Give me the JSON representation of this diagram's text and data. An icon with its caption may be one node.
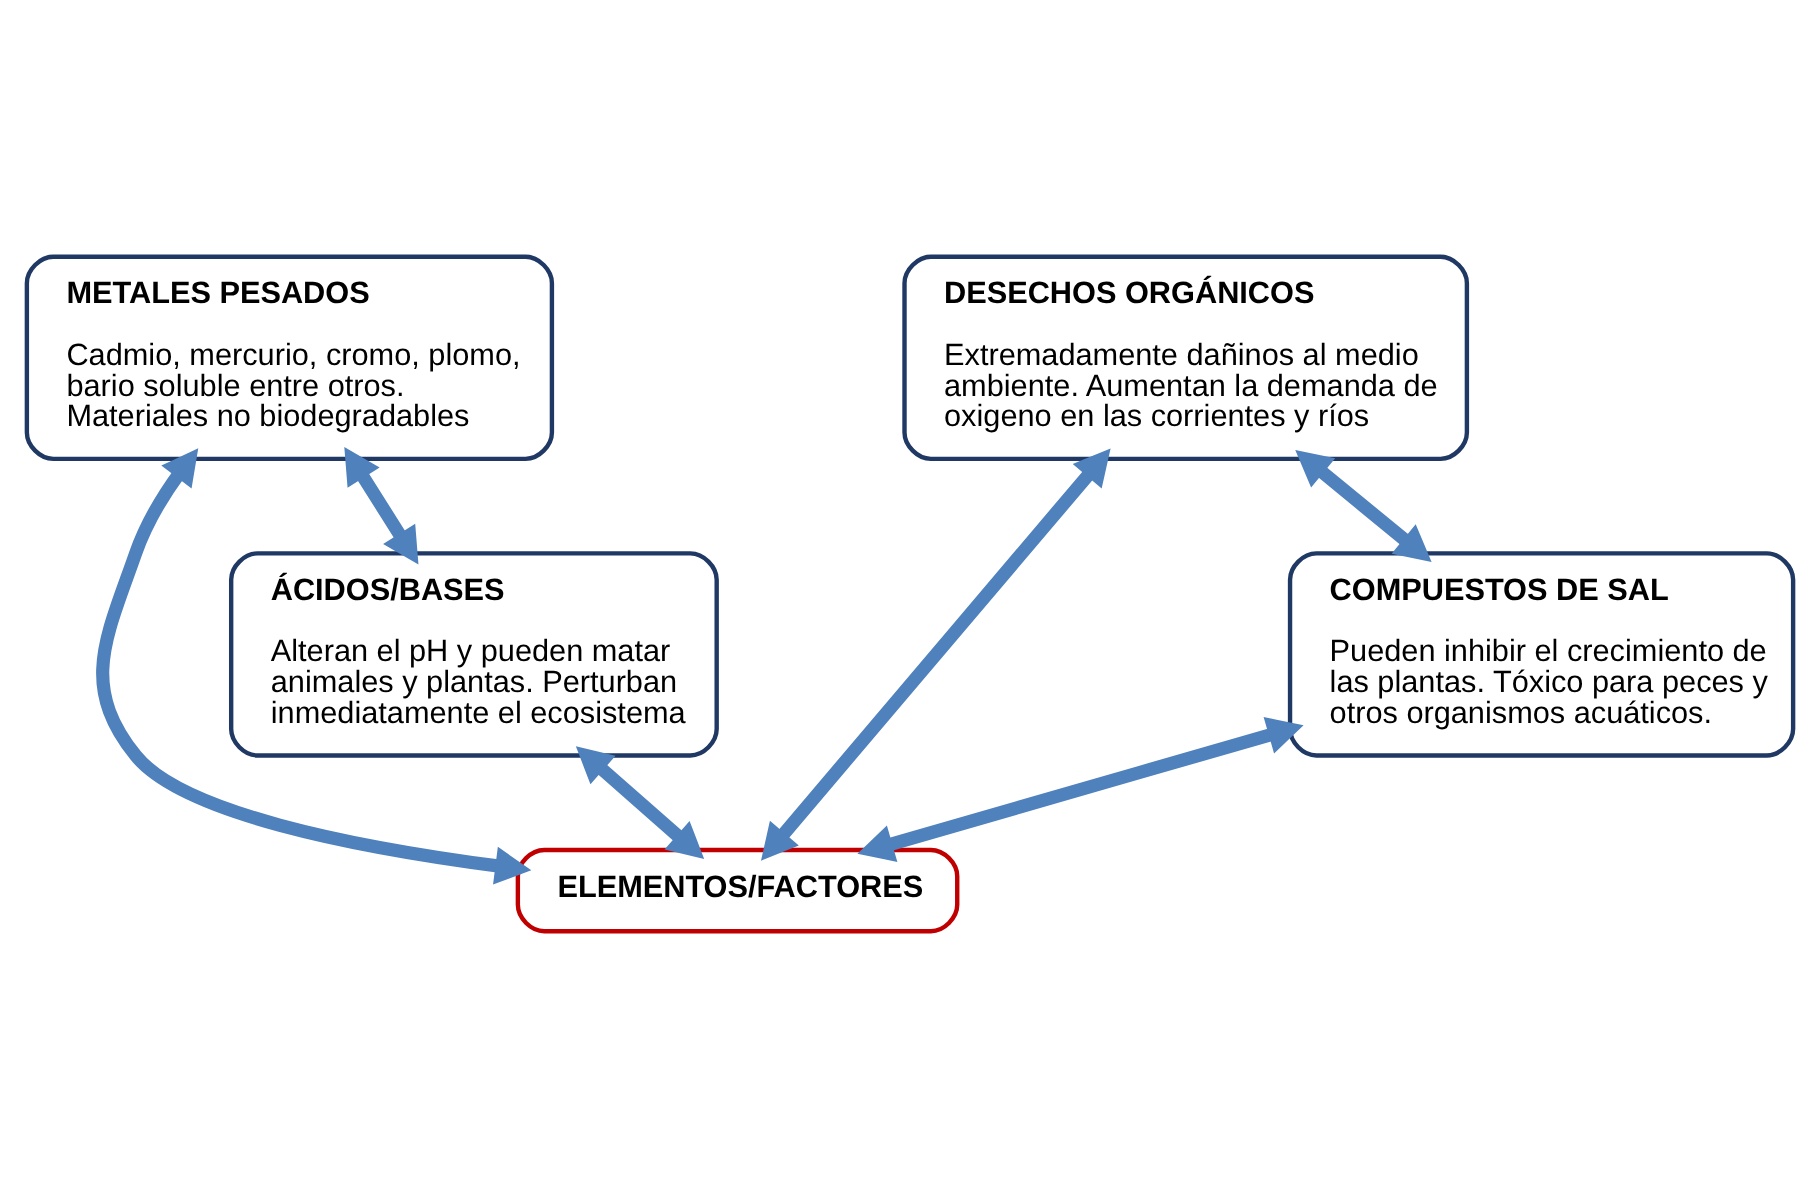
{
  "diagram": {
    "nodes": [
      {
        "text": [
          "METALES PESADOS",
          "Cadmio, mercurio, cromo, plomo, bario soluble entre otros. Materiales no biodegradables"
        ]
      },
      {
        "text": [
          "DESECHOS ORGÁNICOS",
          "Extremadamente dañinos al medio ambiente. Aumentan la demanda de oxigeno en las corrientes y ríos"
        ]
      },
      {
        "text": [
          "ELEMENTOS/FACTORES"
        ]
      },
      {
        "text": [
          "ÁCIDOS/BASES",
          "Alteran el pH y pueden matar animales y plantas. Perturban inmediatamente el ecosistema"
        ]
      },
      {
        "text": [
          "COMPUESTOS DE SAL",
          "Pueden inhibir el crecimiento de las plantas. Tóxico para peces y otros organismos acuáticos."
        ]
      }
    ],
    "edges": [
      {
        "from": 0,
        "to": 2,
        "arrow": "both"
      },
      {
        "from": 3,
        "to": 2,
        "arrow": "both"
      },
      {
        "from": 0,
        "to": 3,
        "arrow": "both"
      },
      {
        "from": 1,
        "to": 2,
        "arrow": "both"
      },
      {
        "from": 4,
        "to": 2,
        "arrow": "both"
      },
      {
        "from": 1,
        "to": 4,
        "arrow": "both"
      }
    ]
  }
}
